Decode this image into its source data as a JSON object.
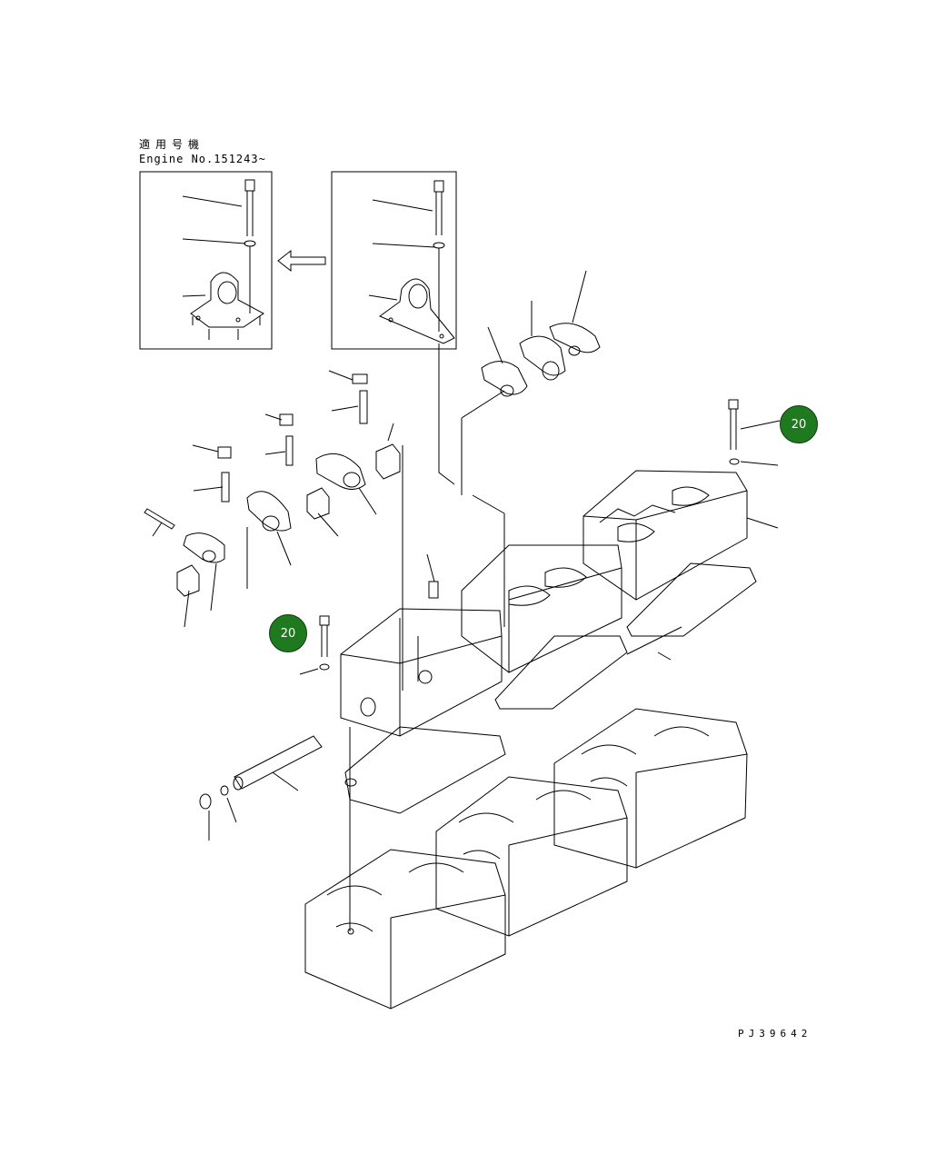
{
  "header": {
    "applicable_serial_label": "適用号機",
    "engine_number_label": "Engine No.151243~"
  },
  "callouts": [
    {
      "label": "20",
      "color": "#1f7a1f"
    },
    {
      "label": "20",
      "color": "#1f7a1f"
    }
  ],
  "footer": {
    "drawing_code": "PJ39642"
  }
}
